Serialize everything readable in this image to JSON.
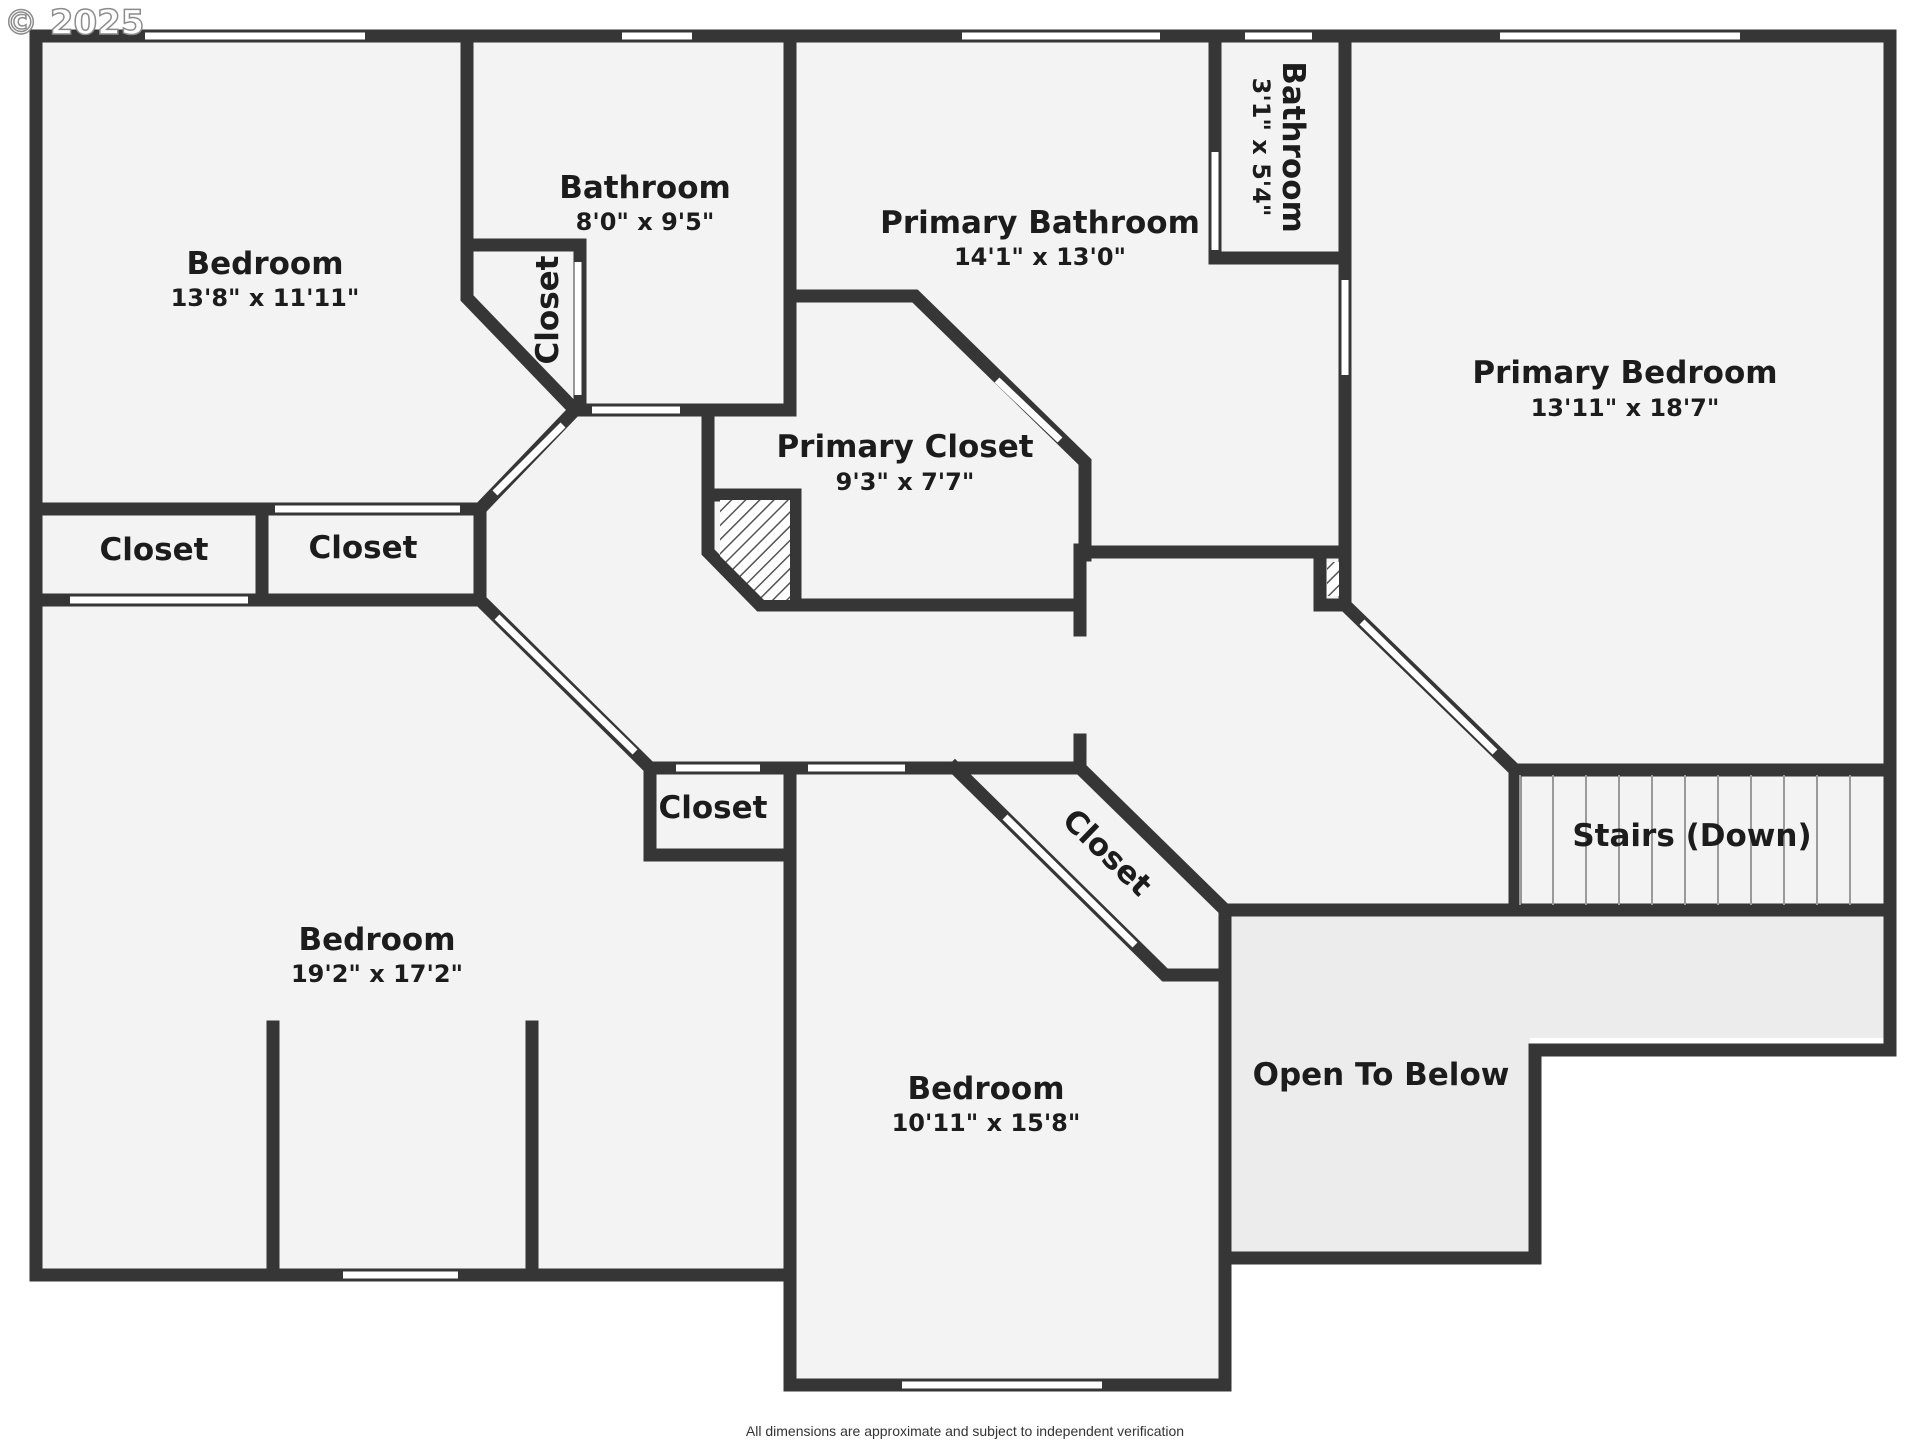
{
  "copyright": "© 2025",
  "disclaimer": "All dimensions are approximate and subject to independent verification",
  "colors": {
    "wall": "#363636",
    "floor": "#f3f3f3",
    "open_area": "#ececec",
    "window": "#ffffff",
    "hatch": "#555555"
  },
  "rooms": {
    "bedroom_nw": {
      "name": "Bedroom",
      "dims": "13'8\" x 11'11\""
    },
    "bathroom": {
      "name": "Bathroom",
      "dims": "8'0\" x 9'5\""
    },
    "closet_diag": {
      "name": "Closet"
    },
    "primary_bathroom": {
      "name": "Primary Bathroom",
      "dims": "14'1\" x 13'0\""
    },
    "bathroom_small": {
      "name": "Bathroom",
      "dims": "3'1\" x 5'4\""
    },
    "primary_bedroom": {
      "name": "Primary Bedroom",
      "dims": "13'11\" x 18'7\""
    },
    "primary_closet": {
      "name": "Primary Closet",
      "dims": "9'3\" x 7'7\""
    },
    "closet_w1": {
      "name": "Closet"
    },
    "closet_w2": {
      "name": "Closet"
    },
    "bedroom_sw": {
      "name": "Bedroom",
      "dims": "19'2\" x 17'2\""
    },
    "closet_mid": {
      "name": "Closet"
    },
    "closet_angled": {
      "name": "Closet"
    },
    "bedroom_s": {
      "name": "Bedroom",
      "dims": "10'11\" x 15'8\""
    },
    "stairs": {
      "name": "Stairs (Down)"
    },
    "open_to_below": {
      "name": "Open To Below"
    }
  }
}
